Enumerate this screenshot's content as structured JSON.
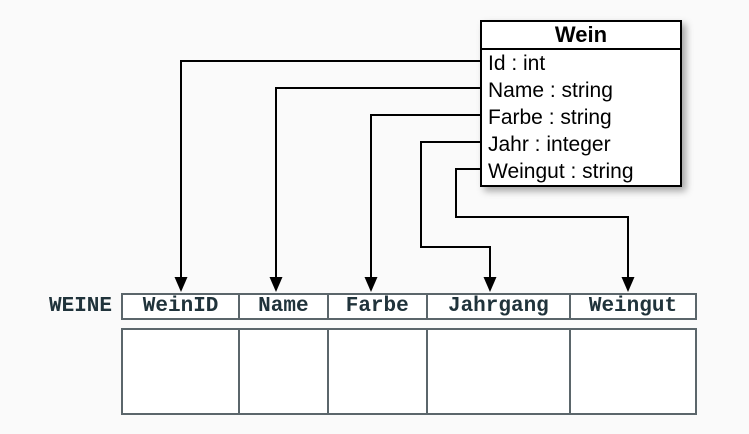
{
  "class_box": {
    "title": "Wein",
    "attributes": [
      "Id : int",
      "Name : string",
      "Farbe : string",
      "Jahr : integer",
      "Weingut : string"
    ]
  },
  "table": {
    "label": "WEINE",
    "columns": [
      "WeinID",
      "Name",
      "Farbe",
      "Jahrgang",
      "Weingut"
    ],
    "body_rows": 1,
    "body_cells_empty": true
  },
  "mappings": [
    {
      "from": "Id",
      "to": "WeinID"
    },
    {
      "from": "Name",
      "to": "Name"
    },
    {
      "from": "Farbe",
      "to": "Farbe"
    },
    {
      "from": "Jahr",
      "to": "Jahrgang"
    },
    {
      "from": "Weingut",
      "to": "Weingut"
    }
  ],
  "colors": {
    "background": "#fafafa",
    "class_box_border": "#000000",
    "class_box_fill": "#ffffff",
    "table_border": "#5b666b",
    "table_text": "#20333b",
    "arrow": "#000000"
  }
}
